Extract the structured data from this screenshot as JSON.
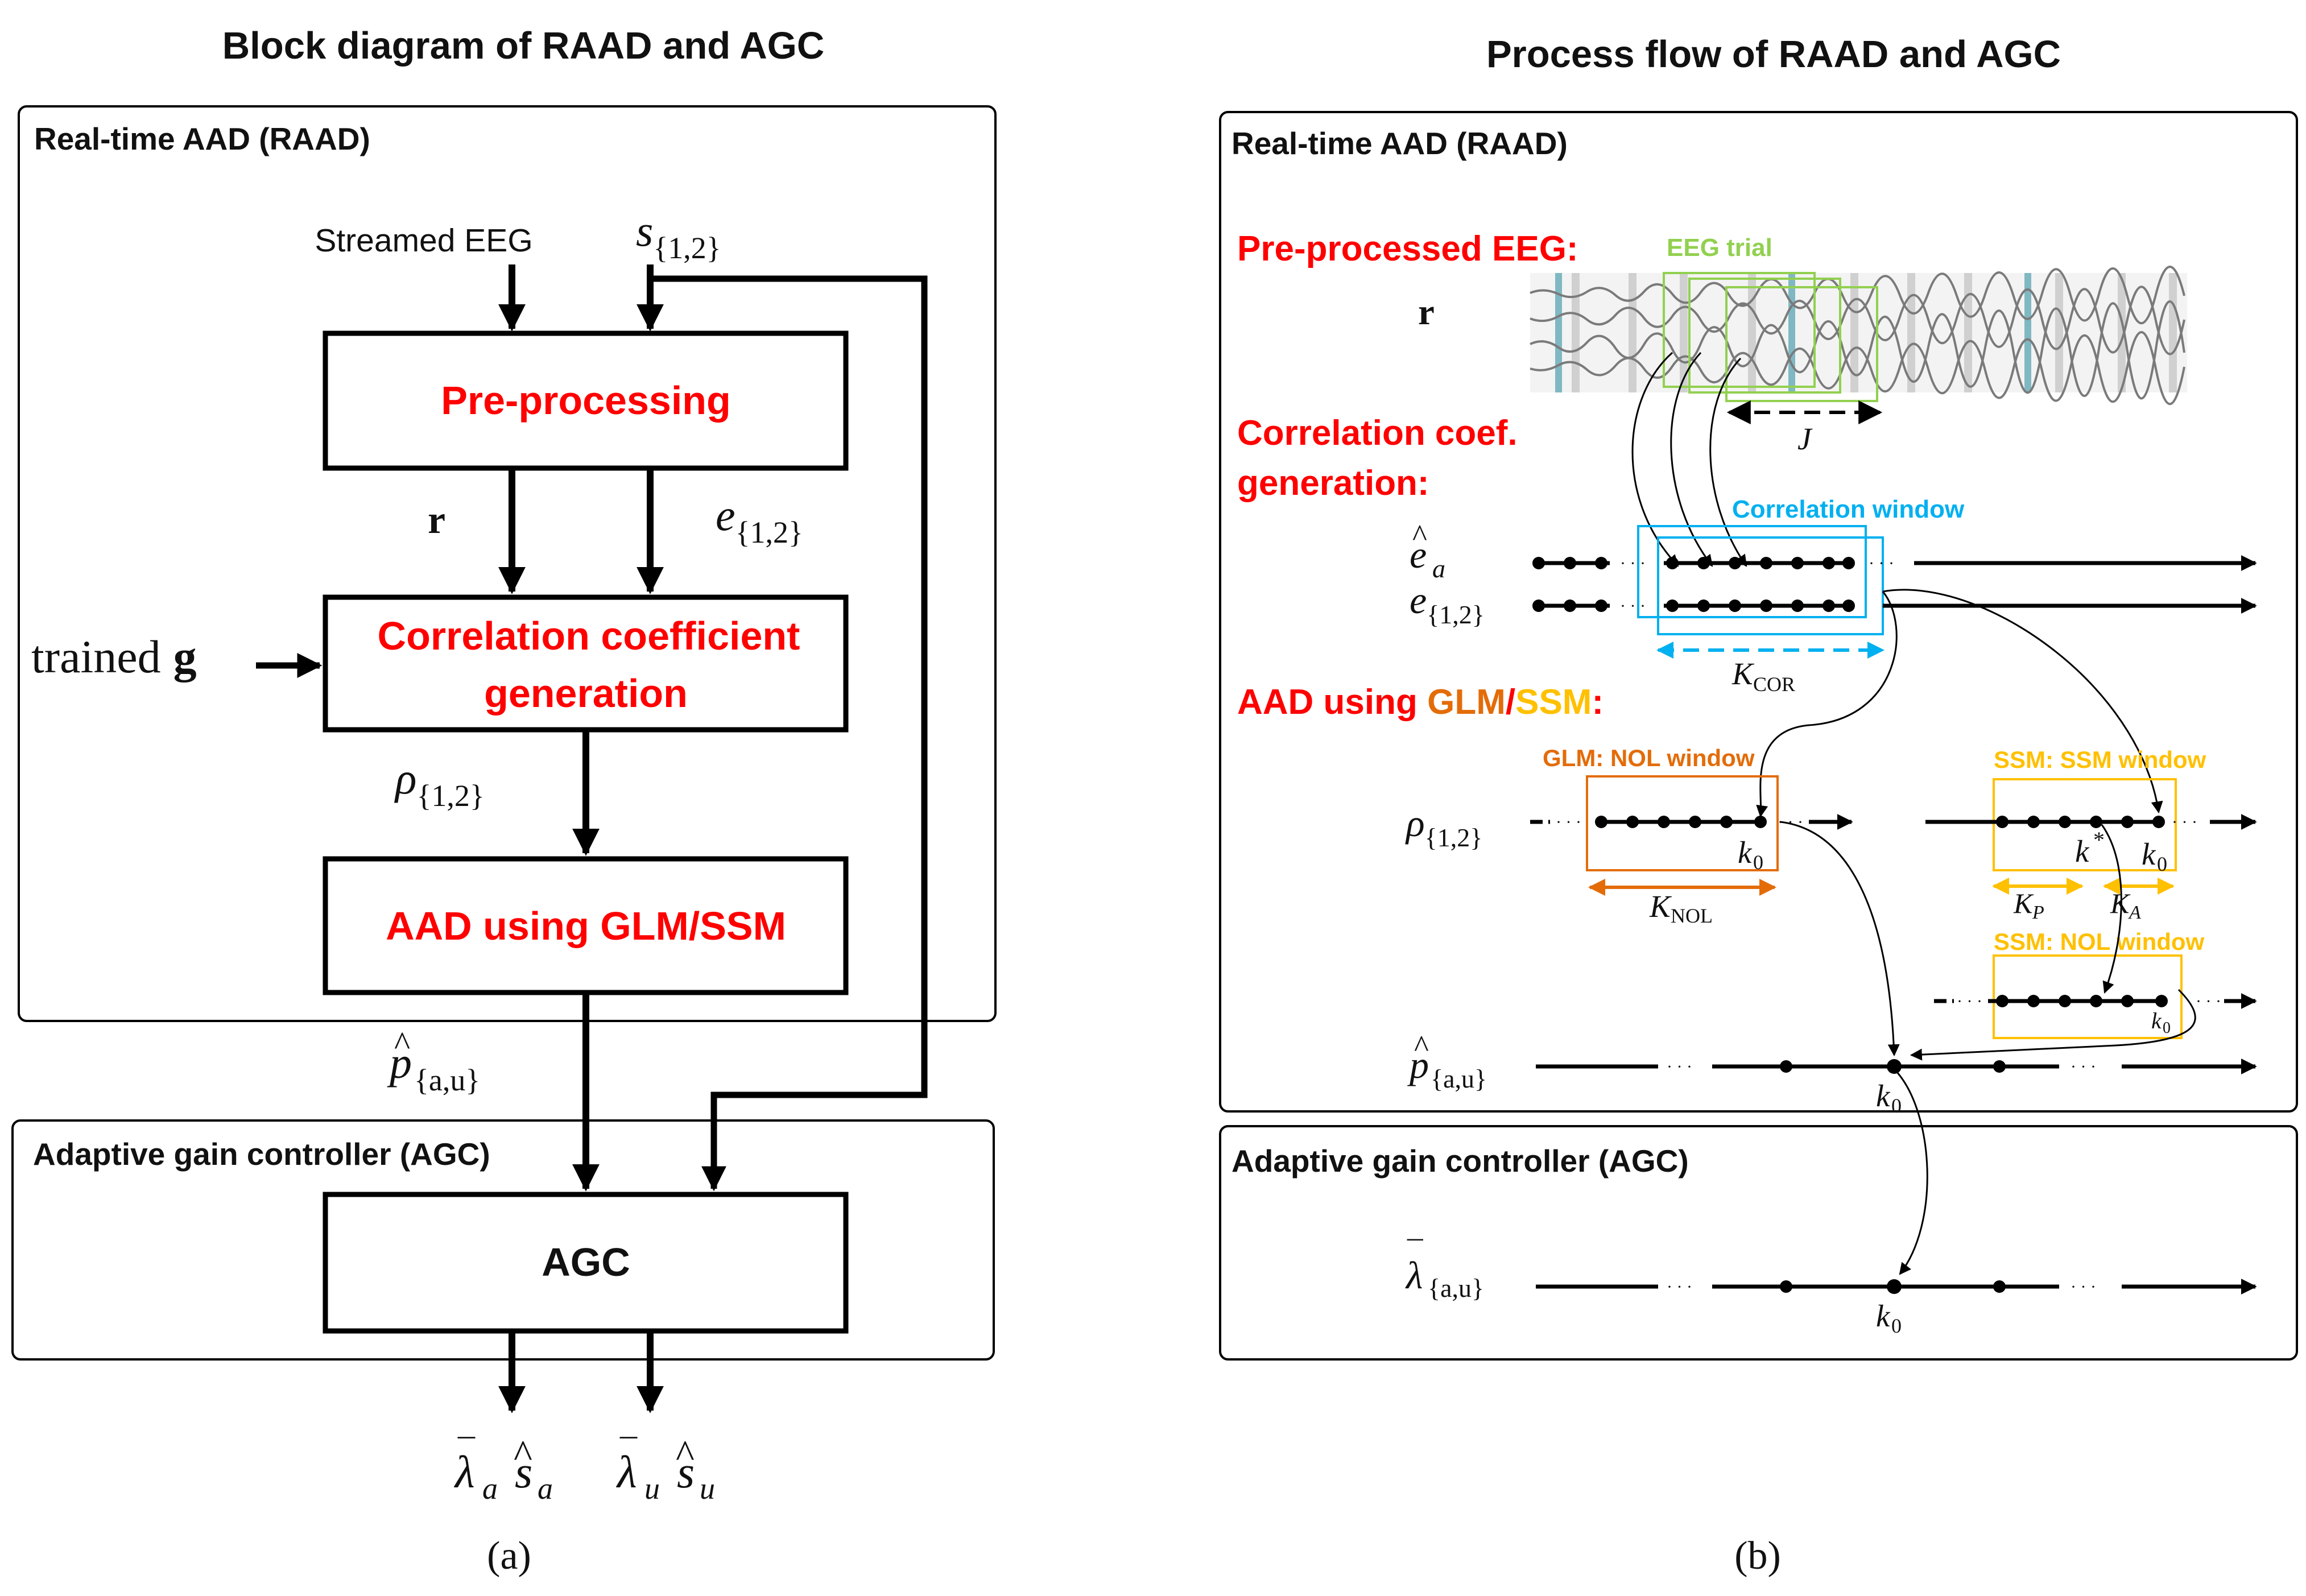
{
  "panel_a": {
    "title": "Block diagram of RAAD and AGC",
    "raad_label": "Real-time AAD (RAAD)",
    "agc_label": "Adaptive gain controller (AGC)",
    "input_eeg": "Streamed EEG",
    "input_s": {
      "base": "s",
      "sub": "{1,2}"
    },
    "block_preprocessing": "Pre-processing",
    "block_corr_line1": "Correlation coefficient",
    "block_corr_line2": "generation",
    "block_aad": "AAD using GLM/SSM",
    "block_agc": "AGC",
    "sig_r": "r",
    "sig_e": {
      "base": "e",
      "sub": "{1,2}"
    },
    "sig_trained": "trained",
    "sig_g": "g",
    "sig_rho": {
      "base": "ρ",
      "sub": "{1,2}"
    },
    "sig_p": {
      "base": "p",
      "hat": "^",
      "sub": "{a,u}"
    },
    "out_a": {
      "lambda": "λ",
      "bar": "¯",
      "lsub": "a",
      "s": "s",
      "hat": "^",
      "ssub": "a"
    },
    "out_u": {
      "lambda": "λ",
      "bar": "¯",
      "lsub": "u",
      "s": "s",
      "hat": "^",
      "ssub": "u"
    },
    "caption": "(a)"
  },
  "panel_b": {
    "title": "Process flow of RAAD and AGC",
    "raad_label": "Real-time AAD (RAAD)",
    "agc_label": "Adaptive gain controller (AGC)",
    "step1": "Pre-processed EEG:",
    "step2_line1": "Correlation coef.",
    "step2_line2": "generation:",
    "step3_prefix": "AAD using ",
    "step3_glm": "GLM",
    "step3_slash": "/",
    "step3_ssm": "SSM",
    "step3_colon": ":",
    "eeg_trial": "EEG trial",
    "sig_r": "r",
    "J": "J",
    "corr_window": "Correlation window",
    "e_hat": {
      "base": "e",
      "hat": "^",
      "sub": "a"
    },
    "e": {
      "base": "e",
      "sub": "{1,2}"
    },
    "K_cor": {
      "base": "K",
      "sub": "COR"
    },
    "glm_window": "GLM: NOL window",
    "ssm_window": "SSM: SSM window",
    "ssm_nol_window": "SSM: NOL window",
    "rho": {
      "base": "ρ",
      "sub": "{1,2}"
    },
    "k0": {
      "base": "k",
      "sub": "0"
    },
    "k_star": {
      "base": "k",
      "sup": "*"
    },
    "K_nol": {
      "base": "K",
      "sub": "NOL"
    },
    "K_p": {
      "base": "K",
      "sub": "P"
    },
    "K_a": {
      "base": "K",
      "sub": "A"
    },
    "p_hat": {
      "base": "p",
      "hat": "^",
      "sub": "{a,u}"
    },
    "lambda_bar": {
      "base": "λ",
      "bar": "¯",
      "sub": "{a,u}"
    },
    "dots": "· · ·",
    "caption": "(b)"
  },
  "colors": {
    "red": "#ff0000",
    "green": "#92d050",
    "blue": "#00b0f0",
    "orange": "#e36c09",
    "gold": "#ffc000",
    "black": "#000000"
  }
}
